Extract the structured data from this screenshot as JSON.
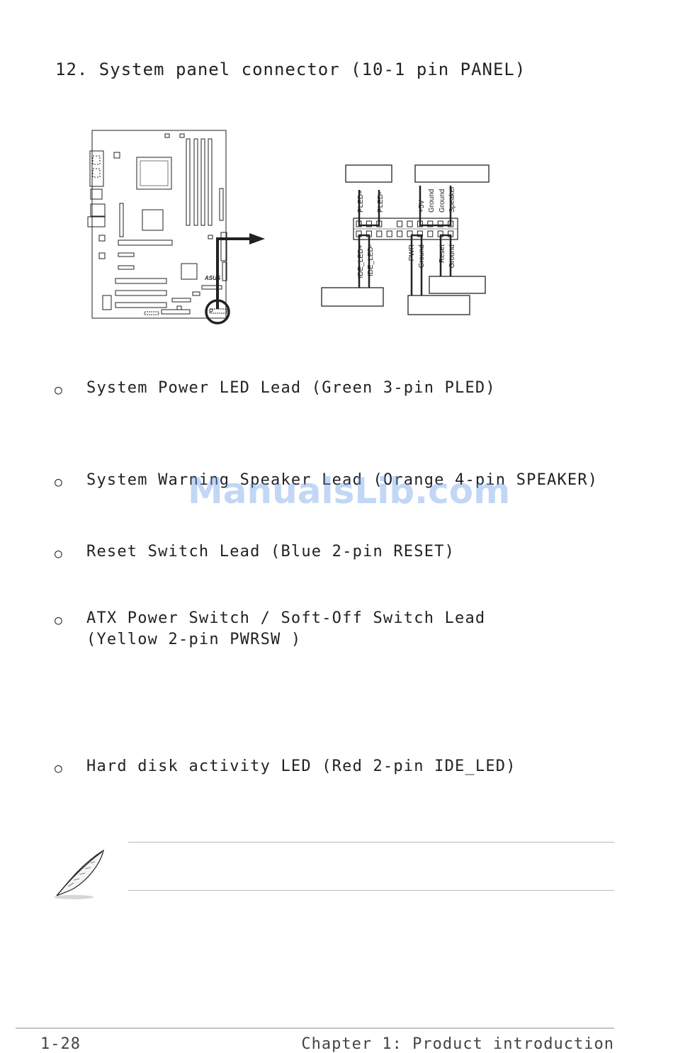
{
  "heading": "12. System panel connector (10-1 pin PANEL)",
  "diagram": {
    "pins_top": [
      "PLED+",
      "PLED-",
      "+5V",
      "Ground",
      "Ground",
      "Speaker"
    ],
    "pins_bottom": [
      "IDE_LED+",
      "IDE_LED-",
      "PWR",
      "Ground",
      "Reset",
      "Ground"
    ],
    "board_logo": "ASUS"
  },
  "bullets": [
    {
      "bullet": "○",
      "line1": "System Power LED Lead (Green 3-pin PLED)",
      "line2": ""
    },
    {
      "bullet": "○",
      "line1": "System Warning Speaker Lead (Orange 4-pin SPEAKER)",
      "line2": ""
    },
    {
      "bullet": "○",
      "line1": "Reset Switch Lead (Blue 2-pin RESET)",
      "line2": ""
    },
    {
      "bullet": "○",
      "line1": "ATX Power Switch / Soft-Off Switch Lead",
      "line2": "(Yellow 2-pin PWRSW )"
    },
    {
      "bullet": "○",
      "line1": "Hard disk activity LED (Red 2-pin IDE_LED)",
      "line2": ""
    }
  ],
  "watermark": "ManualsLib.com",
  "footer": {
    "page_number": "1-28",
    "chapter": "Chapter 1: Product introduction"
  }
}
